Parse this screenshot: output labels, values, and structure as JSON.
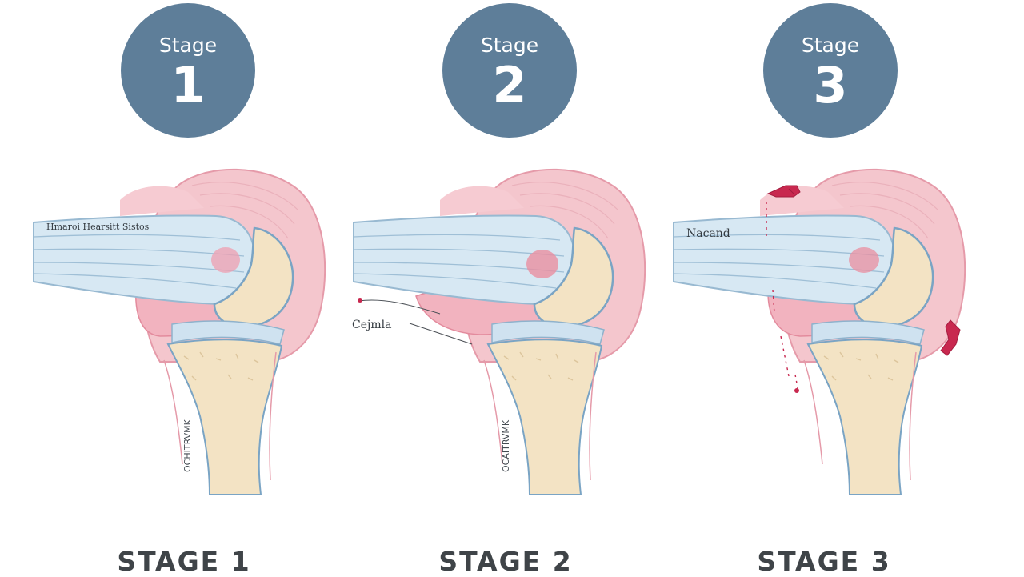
{
  "stages": [
    {
      "badge_word": "Stage",
      "badge_number": "1",
      "caption": "STAGE 1",
      "tendon_label": "Hmaroi Hearsitt Sistos",
      "bone_label": "OCHITRVMK"
    },
    {
      "badge_word": "Stage",
      "badge_number": "2",
      "caption": "STAGE 2",
      "side_label": "Cejmla",
      "bone_label": "OCAITRVMK"
    },
    {
      "badge_word": "Stage",
      "badge_number": "3",
      "caption": "STAGE 3",
      "tendon_label": "Nacand"
    }
  ],
  "colors": {
    "badge": "#5e7e99",
    "tendon": "#d7e8f3",
    "bone": "#f3e3c4",
    "soft_tissue": "#f4c8ce",
    "inflammation": "#ea8fa0",
    "marker": "#c8284f"
  }
}
